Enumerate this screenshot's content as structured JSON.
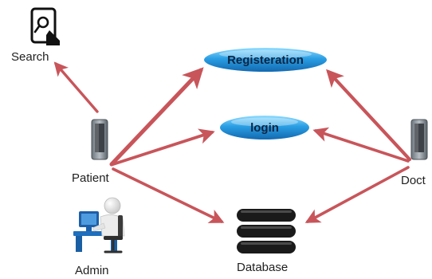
{
  "diagram": {
    "nodes": {
      "search": {
        "label": "Search",
        "icon": "search-phone-icon"
      },
      "registration": {
        "label": "Registeration",
        "shape": "oval"
      },
      "login": {
        "label": "login",
        "shape": "oval"
      },
      "patient": {
        "label": "Patient",
        "icon": "phone-icon"
      },
      "doctor": {
        "label": "Doct",
        "icon": "phone-icon"
      },
      "admin": {
        "label": "Admin",
        "icon": "person-at-computer-icon"
      },
      "database": {
        "label": "Database",
        "icon": "database-icon"
      }
    },
    "edges": [
      {
        "from": "patient",
        "to": "search"
      },
      {
        "from": "patient",
        "to": "registration"
      },
      {
        "from": "patient",
        "to": "login"
      },
      {
        "from": "patient",
        "to": "database"
      },
      {
        "from": "doctor",
        "to": "registration"
      },
      {
        "from": "doctor",
        "to": "login"
      },
      {
        "from": "doctor",
        "to": "database"
      }
    ],
    "colors": {
      "arrow": "#c8555a",
      "oval_fill": "#1f8fd6",
      "oval_highlight": "#7fd0ff",
      "database": "#1a1a1a",
      "phone_body": "#9aa3ab"
    }
  }
}
